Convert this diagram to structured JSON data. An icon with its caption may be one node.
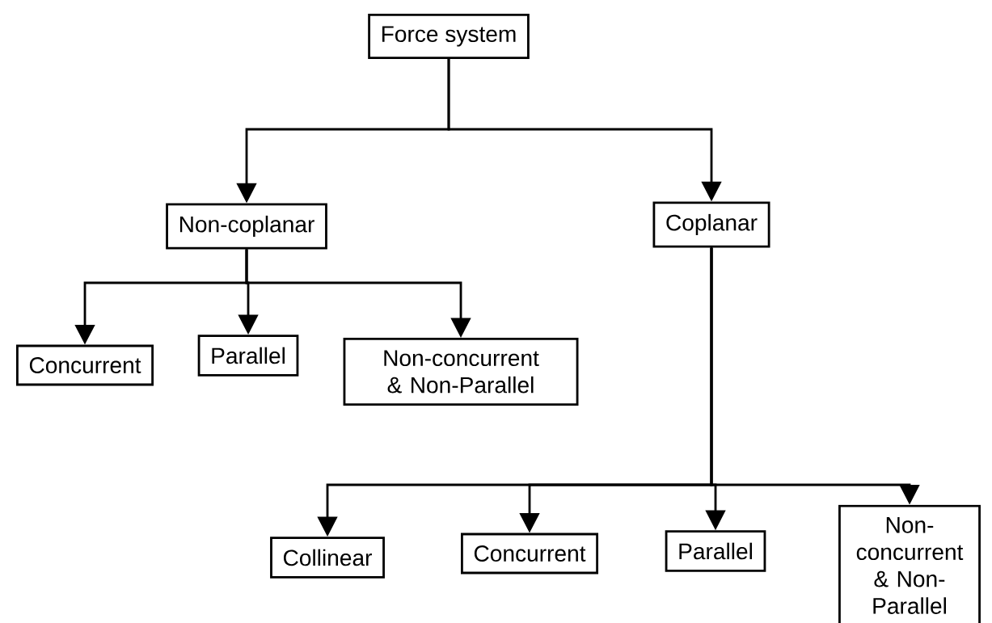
{
  "diagram": {
    "nodes": [
      {
        "text": [
          "Force system"
        ]
      },
      {
        "text": [
          "Non-coplanar"
        ]
      },
      {
        "text": [
          "Coplanar"
        ]
      },
      {
        "text": [
          "Concurrent"
        ]
      },
      {
        "text": [
          "Parallel"
        ]
      },
      {
        "text": [
          "Non-concurrent & Non-Parallel"
        ]
      },
      {
        "text": [
          "Collinear"
        ]
      },
      {
        "text": [
          "Concurrent"
        ]
      },
      {
        "text": [
          "Parallel"
        ]
      },
      {
        "text": [
          "Non-concurrent & Non-Parallel"
        ]
      }
    ],
    "edges": [
      {
        "from": 0,
        "to": 1,
        "arrow": "to"
      },
      {
        "from": 0,
        "to": 2,
        "arrow": "to"
      },
      {
        "from": 1,
        "to": 3,
        "arrow": "to"
      },
      {
        "from": 1,
        "to": 4,
        "arrow": "to"
      },
      {
        "from": 1,
        "to": 5,
        "arrow": "to"
      },
      {
        "from": 2,
        "to": 6,
        "arrow": "to"
      },
      {
        "from": 2,
        "to": 7,
        "arrow": "to"
      },
      {
        "from": 2,
        "to": 8,
        "arrow": "to"
      },
      {
        "from": 2,
        "to": 9,
        "arrow": "to"
      }
    ]
  }
}
